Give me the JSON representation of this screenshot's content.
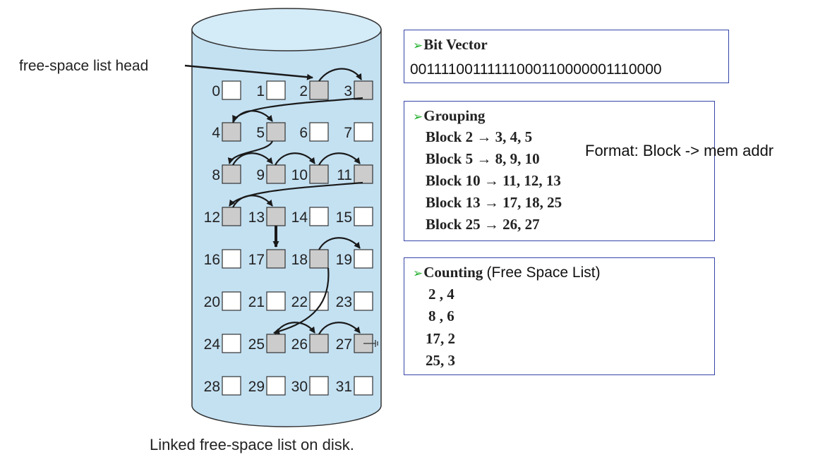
{
  "head_label": "free-space list head",
  "caption": "Linked free-space list on disk.",
  "colors": {
    "cylinder_fill": "#c4e1f2",
    "cylinder_top": "#d4ebf8",
    "free_block": "#cccccc",
    "used_block": "#ffffff",
    "box_border": "#3545a8",
    "bullet": "#1fae2a"
  },
  "blocks": [
    {
      "n": "0",
      "free": false
    },
    {
      "n": "1",
      "free": false
    },
    {
      "n": "2",
      "free": true
    },
    {
      "n": "3",
      "free": true
    },
    {
      "n": "4",
      "free": true
    },
    {
      "n": "5",
      "free": true
    },
    {
      "n": "6",
      "free": false
    },
    {
      "n": "7",
      "free": false
    },
    {
      "n": "8",
      "free": true
    },
    {
      "n": "9",
      "free": true
    },
    {
      "n": "10",
      "free": true
    },
    {
      "n": "11",
      "free": true
    },
    {
      "n": "12",
      "free": true
    },
    {
      "n": "13",
      "free": true
    },
    {
      "n": "14",
      "free": false
    },
    {
      "n": "15",
      "free": false
    },
    {
      "n": "16",
      "free": false
    },
    {
      "n": "17",
      "free": true
    },
    {
      "n": "18",
      "free": true
    },
    {
      "n": "19",
      "free": false
    },
    {
      "n": "20",
      "free": false
    },
    {
      "n": "21",
      "free": false
    },
    {
      "n": "22",
      "free": false
    },
    {
      "n": "23",
      "free": false
    },
    {
      "n": "24",
      "free": false
    },
    {
      "n": "25",
      "free": true
    },
    {
      "n": "26",
      "free": true
    },
    {
      "n": "27",
      "free": true
    },
    {
      "n": "28",
      "free": false
    },
    {
      "n": "29",
      "free": false
    },
    {
      "n": "30",
      "free": false
    },
    {
      "n": "31",
      "free": false
    }
  ],
  "bit_vector": {
    "bullet": "➢",
    "title": "Bit Vector",
    "value": "00111100111111000110000001110000"
  },
  "grouping": {
    "bullet": "➢",
    "title": "Grouping",
    "format_note": "Format: Block -> mem addr",
    "rows": [
      {
        "block": "Block 2",
        "arrow": "→",
        "addrs": "3, 4, 5"
      },
      {
        "block": "Block 5",
        "arrow": "→",
        "addrs": "8, 9, 10"
      },
      {
        "block": "Block 10",
        "arrow": "→",
        "addrs": "11, 12, 13"
      },
      {
        "block": "Block 13",
        "arrow": "→",
        "addrs": "17, 18, 25"
      },
      {
        "block": "Block 25",
        "arrow": "→",
        "addrs": "26, 27"
      }
    ]
  },
  "counting": {
    "bullet": "➢",
    "title": "Counting",
    "subtitle": "(Free Space List)",
    "rows": [
      "2 , 4",
      "8 , 6",
      "17, 2",
      "25, 3"
    ]
  }
}
